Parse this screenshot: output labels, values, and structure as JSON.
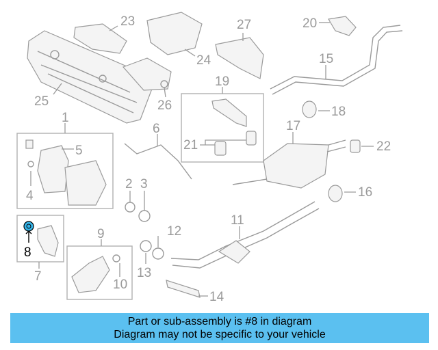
{
  "callouts": {
    "c1": "1",
    "c2": "2",
    "c3": "3",
    "c4": "4",
    "c5": "5",
    "c6": "6",
    "c7": "7",
    "c8": "8",
    "c9": "9",
    "c10": "10",
    "c11": "11",
    "c12": "12",
    "c13": "13",
    "c14": "14",
    "c15": "15",
    "c16": "16",
    "c17": "17",
    "c18": "18",
    "c19": "19",
    "c20": "20",
    "c21": "21",
    "c22": "22",
    "c23": "23",
    "c24": "24",
    "c25": "25",
    "c26": "26",
    "c27": "27"
  },
  "highlight": {
    "part_number": "8",
    "color": "#35b4e8"
  },
  "banner": {
    "line1": "Part or sub-assembly is #8 in diagram",
    "line2": "Diagram may not be specific to your vehicle",
    "color": "#5bc0f0"
  }
}
